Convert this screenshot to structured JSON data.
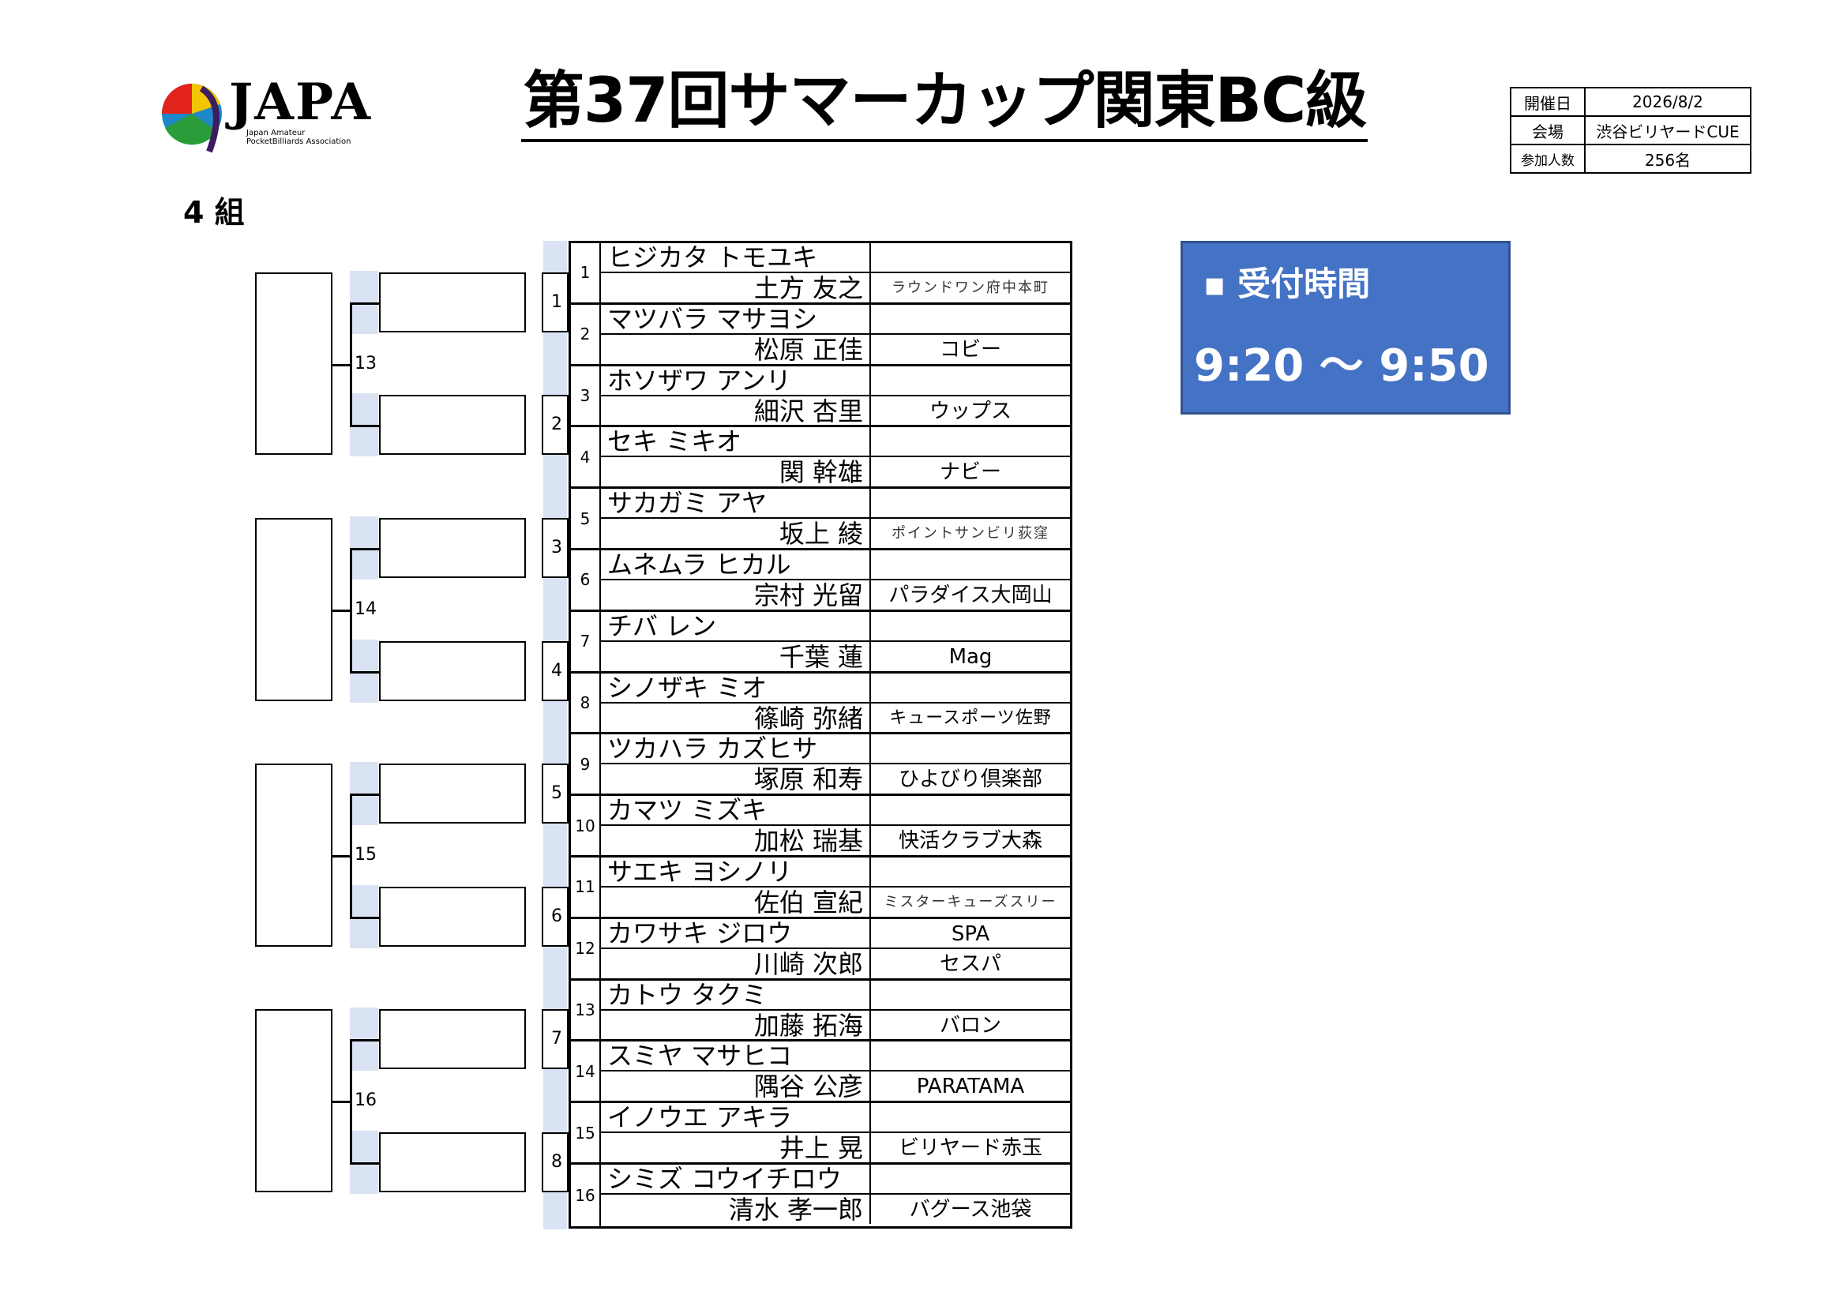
{
  "logo": {
    "text": "JAPA",
    "sub_line1": "Japan Amateur",
    "sub_line2": "PocketBilliards Association"
  },
  "title": "第37回サマーカップ関東BC級",
  "info": {
    "rows": [
      {
        "key": "開催日",
        "value": "2026/8/2"
      },
      {
        "key": "会場",
        "value": "渋谷ビリヤードCUE"
      },
      {
        "key": "参加人数",
        "value": "256名"
      }
    ]
  },
  "group_label": "4 組",
  "reception": {
    "label": "▪ 受付時間",
    "time": "9:20 〜 9:50"
  },
  "bracket": {
    "round2_labels": [
      "1",
      "2",
      "3",
      "4",
      "5",
      "6",
      "7",
      "8"
    ],
    "round3_labels": [
      "13",
      "14",
      "15",
      "16"
    ]
  },
  "players": [
    {
      "no": "1",
      "kana": "ヒジカタ トモユキ",
      "name": "土方 友之",
      "club": "ラウンドワン府中本町"
    },
    {
      "no": "2",
      "kana": "マツバラ マサヨシ",
      "name": "松原 正佳",
      "club": "コビー"
    },
    {
      "no": "3",
      "kana": "ホソザワ アンリ",
      "name": "細沢 杏里",
      "club": "ウップス"
    },
    {
      "no": "4",
      "kana": "セキ ミキオ",
      "name": "関 幹雄",
      "club": "ナビー"
    },
    {
      "no": "5",
      "kana": "サカガミ アヤ",
      "name": "坂上 綾",
      "club": "ポイントサンビリ荻窪"
    },
    {
      "no": "6",
      "kana": "ムネムラ ヒカル",
      "name": "宗村 光留",
      "club": "パラダイス大岡山"
    },
    {
      "no": "7",
      "kana": "チバ レン",
      "name": "千葉 蓮",
      "club": "Mag"
    },
    {
      "no": "8",
      "kana": "シノザキ ミオ",
      "name": "篠崎 弥緒",
      "club": "キュースポーツ佐野"
    },
    {
      "no": "9",
      "kana": "ツカハラ カズヒサ",
      "name": "塚原 和寿",
      "club": "ひよびり倶楽部"
    },
    {
      "no": "10",
      "kana": "カマツ ミズキ",
      "name": "加松 瑞基",
      "club": "快活クラブ大森"
    },
    {
      "no": "11",
      "kana": "サエキ ヨシノリ",
      "name": "佐伯 宣紀",
      "club": "ミスターキューズスリー"
    },
    {
      "no": "12",
      "kana": "カワサキ ジロウ",
      "name": "川崎 次郎",
      "club": "セスパ",
      "club_top": "SPA"
    },
    {
      "no": "13",
      "kana": "カトウ タクミ",
      "name": "加藤 拓海",
      "club": "バロン"
    },
    {
      "no": "14",
      "kana": "スミヤ マサヒコ",
      "name": "隅谷 公彦",
      "club": "PARATAMA"
    },
    {
      "no": "15",
      "kana": "イノウエ アキラ",
      "name": "井上 晃",
      "club": "ビリヤード赤玉"
    },
    {
      "no": "16",
      "kana": "シミズ コウイチロウ",
      "name": "清水 孝一郎",
      "club": "バグース池袋"
    }
  ]
}
